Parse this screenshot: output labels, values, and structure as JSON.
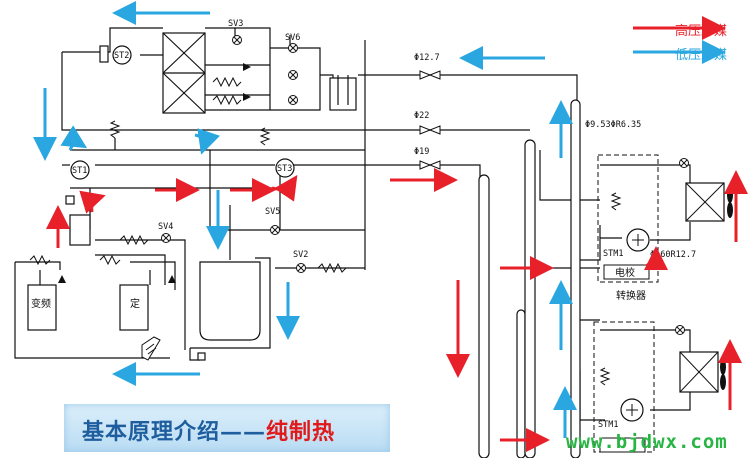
{
  "legend": {
    "high": "高压冷媒",
    "low": "低压冷媒",
    "high_color": "#e8202a",
    "low_color": "#2aa7e0"
  },
  "labels": {
    "st2": "ST2",
    "st1": "ST1",
    "st3": "ST3",
    "sv3": "SV3",
    "sv6": "SV6",
    "sv4": "SV4",
    "sv5": "SV5",
    "sv2": "SV2",
    "pipe1": "Φ12.7",
    "pipe2": "Φ22",
    "pipe3": "Φ19",
    "branch": "Φ9.53ΦR6.35",
    "unit_pipe": "Φ160R12.7",
    "stm1": "STM1",
    "stm2": "STM1",
    "board": "电校",
    "converter": "转换器",
    "inverter": "变频",
    "fixed": "定"
  },
  "banner": {
    "prefix": "基本原理介绍——",
    "highlight": "纯制热"
  },
  "watermark": "www.bjdwx.com",
  "icons": [
    "arrow-icon",
    "expansion-valve-icon",
    "four-way-valve-icon",
    "fan-icon",
    "compressor-icon"
  ]
}
